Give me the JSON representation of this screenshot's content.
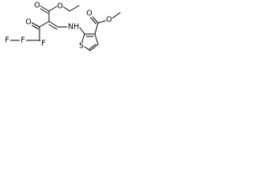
{
  "molecule": {
    "atom_labels": {
      "o_ester1_carbonyl": "O",
      "o_ester1_ether": "O",
      "o_ketone": "O",
      "f_1": "F",
      "f_2": "F",
      "f_3": "F",
      "nh": "NH",
      "s_ring": "S",
      "o_ester2_carbonyl": "O",
      "o_ester2_ether": "O"
    }
  }
}
